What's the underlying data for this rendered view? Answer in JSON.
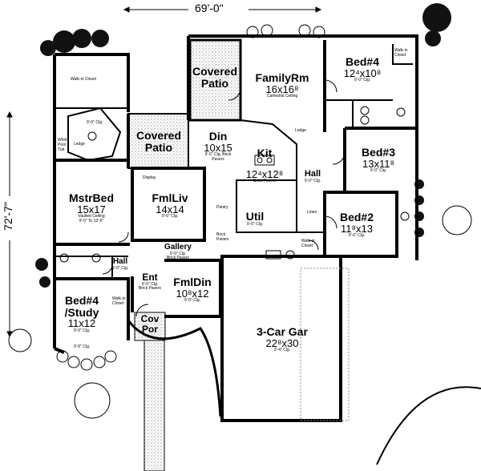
{
  "dimensions": {
    "width": "69'-0\"",
    "depth": "72'-7\""
  },
  "rooms": {
    "covered_patio_top": {
      "name": "Covered Patio"
    },
    "family": {
      "name": "FamilyRm",
      "size": "16x16⁸",
      "note": "Cathedral Ceiling"
    },
    "bed4": {
      "name": "Bed#4",
      "size": "12⁴x10⁸",
      "note": "9'-0\" Clg."
    },
    "covered_patio_mid": {
      "name": "Covered Patio"
    },
    "din": {
      "name": "Din",
      "size": "10x15",
      "note": "9'-0\" Clg. Brick Pavers"
    },
    "kit": {
      "name": "Kit",
      "size": "12⁴x12⁸",
      "note": "Brick Pavers"
    },
    "bed3": {
      "name": "Bed#3",
      "size": "13x11⁸",
      "note": "9'-0\" Clg."
    },
    "hall": {
      "name": "Hall",
      "note": "9'-0\" Clg."
    },
    "mstrbed": {
      "name": "MstrBed",
      "size": "15x17",
      "note": "Vaulted Ceiling 9'-0\" To 13'-6\""
    },
    "fmlliv": {
      "name": "FmlLiv",
      "size": "14x14",
      "note": "9'-0\" Clg."
    },
    "util": {
      "name": "Util",
      "note": "9'-0\" Clg."
    },
    "bed2": {
      "name": "Bed#2",
      "size": "11⁸x13",
      "note": "9'-0\" Clg."
    },
    "gallery": {
      "name": "Gallery",
      "note": "9'-0\" Clg. Brick Pavers"
    },
    "hall2": {
      "name": "Hall",
      "note": "9'-0\" Clg."
    },
    "ent": {
      "name": "Ent",
      "note": "9'-0\" Clg. Brick Pavers"
    },
    "fmldin": {
      "name": "FmlDin",
      "size": "10⁸x12",
      "note": "9'-0\" Clg."
    },
    "study": {
      "name": "Bed#4",
      "name2": "/Study",
      "size": "11x12",
      "note": "9'-0\" Clg."
    },
    "covpor": {
      "name": "Cov",
      "name2": "Por"
    },
    "garage": {
      "name": "3-Car Gar",
      "size": "22⁸x30",
      "note": "9'-4\" Clg."
    }
  },
  "annotations": {
    "walkin_master": "Walk-in Closet",
    "walkin_bed4": "Walk-in Closet",
    "walkin_bed2": "Walk-in Closet",
    "walkin_study": "Walk-in Closet",
    "whirlpool": "Whirl-Pool Tub",
    "ledge": "Ledge",
    "ledge_kit": "Ledge",
    "display": "Display",
    "pantry": "Pantry",
    "linen": "Linen",
    "brick_pavers": "Brick Pavers",
    "mbath_clg": "9'-0\" Clg.",
    "bay_clg": "9'-0\" Clg."
  },
  "colors": {
    "ink": "#000000",
    "paper": "#ffffff",
    "pattern": "#888888"
  }
}
